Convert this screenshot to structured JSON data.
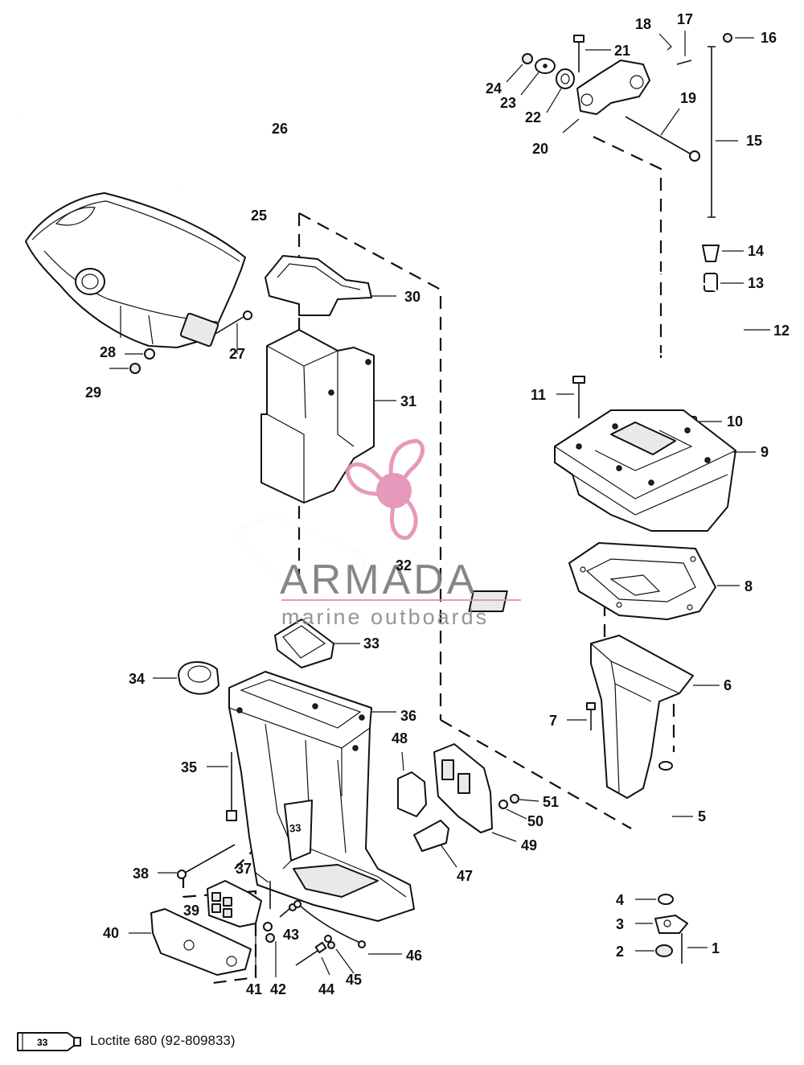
{
  "legend": {
    "tube_label": "33",
    "text": "Loctite 680 (92-809833)"
  },
  "watermark": {
    "brand": "ARMADA",
    "tagline": "marine outboards",
    "colors": {
      "pink": "#e48fb3",
      "gray": "#7a7a7a"
    }
  },
  "callouts": [
    "1",
    "2",
    "3",
    "4",
    "5",
    "6",
    "7",
    "8",
    "9",
    "10",
    "11",
    "12",
    "13",
    "14",
    "15",
    "16",
    "17",
    "18",
    "19",
    "20",
    "21",
    "22",
    "23",
    "24",
    "25",
    "26",
    "27",
    "28",
    "29",
    "30",
    "31",
    "32",
    "33",
    "34",
    "35",
    "36",
    "37",
    "38",
    "39",
    "40",
    "41",
    "42",
    "43",
    "44",
    "45",
    "46",
    "47",
    "48",
    "49",
    "50",
    "51"
  ],
  "inline_labels": {
    "tube_on_housing": "33"
  }
}
